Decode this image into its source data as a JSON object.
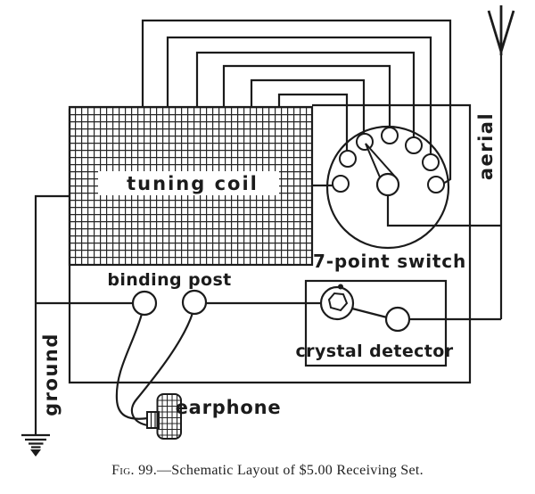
{
  "figure": {
    "caption": {
      "fig_label": "Fig. 99.",
      "rest": "—Schematic Layout of $5.00 Receiving Set."
    }
  },
  "components": {
    "tuning_coil": {
      "label": "tuning coil"
    },
    "switch": {
      "label": "7-point switch",
      "contact_count": 7
    },
    "binding_posts": {
      "label": "binding post",
      "count": 2
    },
    "crystal_detector": {
      "label": "crystal detector"
    },
    "earphone": {
      "label": "earphone"
    },
    "aerial": {
      "label": "aerial"
    },
    "ground": {
      "label": "ground"
    }
  },
  "colors": {
    "ink": "#1b1b1b",
    "paper": "#ffffff"
  }
}
